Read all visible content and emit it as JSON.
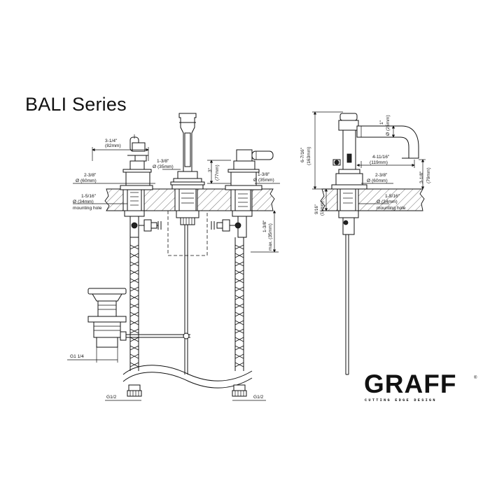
{
  "title": "BALI Series",
  "brand": {
    "logo_text": "GRAFF",
    "registered_mark": "®",
    "tagline": "CUTTING EDGE DESIGN"
  },
  "front_view": {
    "handle_width": {
      "inch": "3-1/4\"",
      "mm": "(82mm)"
    },
    "handle_base": {
      "inch": "2-3/8\"",
      "mm": "Ø (60mm)"
    },
    "mounting_hole": {
      "inch": "1-5/16\"",
      "mm": "Ø (34mm)",
      "label": "mounting hole"
    },
    "spout_body": {
      "inch": "1-3/8\"",
      "mm": "Ø (35mm)"
    },
    "valve_height": {
      "inch": "3\"",
      "mm": "(77mm)"
    },
    "valve_body": {
      "inch": "1-3/8\"",
      "mm": "Ø (35mm)"
    },
    "max_deck": {
      "inch": "1-3/8\"",
      "mm": "max. (35mm)"
    },
    "drain_thread": "G1 1/4",
    "supply_left": "G1/2",
    "supply_right": "G1/2"
  },
  "side_view": {
    "total_height": {
      "inch": "6-7/16\"",
      "mm": "(163mm)"
    },
    "spout_diameter": {
      "inch": "1\"",
      "mm": "Ø (25mm)"
    },
    "spout_reach": {
      "inch": "4-11/16\"",
      "mm": "(119mm)"
    },
    "spout_height": {
      "inch": "3-1/8\"",
      "mm": "(79mm)"
    },
    "base": {
      "inch": "2-3/8\"",
      "mm": "Ø (60mm)"
    },
    "mounting_hole": {
      "inch": "1-5/16\"",
      "mm": "Ø (34mm)",
      "label": "mounting hole"
    },
    "deck_thickness": {
      "inch": "9/16\"",
      "mm": "(15mm)"
    }
  },
  "colors": {
    "ink": "#111111",
    "paper": "#ffffff"
  }
}
